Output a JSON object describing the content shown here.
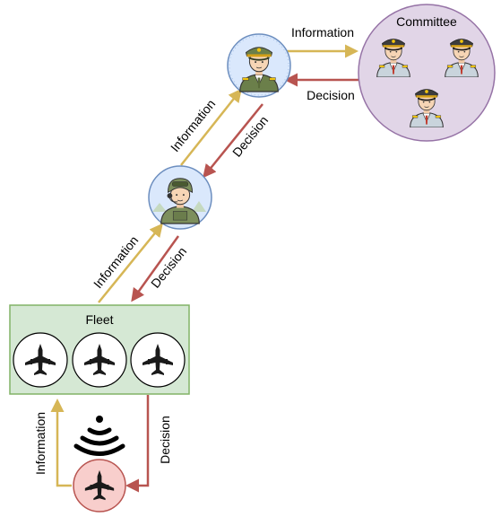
{
  "labels": {
    "committee": "Committee",
    "fleet": "Fleet",
    "info_top": "Information",
    "decision_top": "Decision",
    "info_mid": "Information",
    "decision_mid": "Decision",
    "info_low": "Information",
    "decision_low": "Decision",
    "info_bottom": "Information",
    "decision_bottom": "Decision"
  },
  "colors": {
    "information_arrow": "#d6b656",
    "decision_arrow": "#b85450",
    "committee_fill": "#e1d5e7",
    "committee_stroke": "#9673a6",
    "fleet_fill": "#d5e8d4",
    "fleet_stroke": "#82b366",
    "drone_fill": "#f8cecc",
    "drone_stroke": "#b85450",
    "officer_fill": "#dae8fc",
    "officer_stroke": "#6c8ebf",
    "pilot_fill": "#dae8fc"
  },
  "icons": {
    "commander": "military-officer-icon",
    "operator": "soldier-headset-icon",
    "committee_members": "officer-icon",
    "aircraft": "fighter-jet-icon",
    "signal": "wireless-signal-icon"
  }
}
